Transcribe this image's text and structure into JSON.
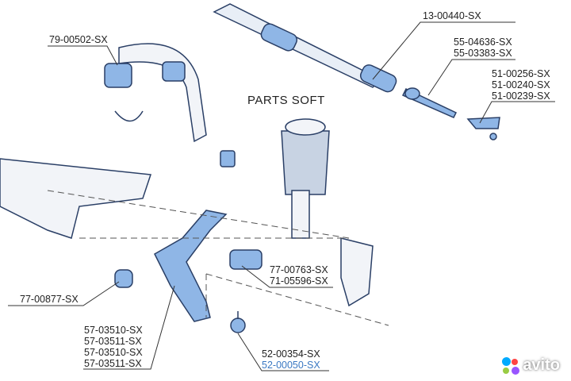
{
  "watermark": "PARTS SOFT",
  "brand_logo": "avito",
  "colors": {
    "part_fill": "#8fb6e6",
    "part_stroke": "#2a3f66",
    "highlight_label": "#3a78c2"
  },
  "labels": {
    "stabilizer_bushing": [
      "79-00502-SX"
    ],
    "steering_rack": [
      "13-00440-SX"
    ],
    "tie_rod": [
      "55-04636-SX",
      "55-03383-SX"
    ],
    "tie_rod_end": [
      "51-00256-SX",
      "51-00240-SX",
      "51-00239-SX"
    ],
    "arm_bushing_rear": [
      "77-00763-SX",
      "71-05596-SX"
    ],
    "arm_bushing_front": [
      "77-00877-SX"
    ],
    "control_arm": [
      "57-03510-SX",
      "57-03511-SX",
      "57-03510-SX",
      "57-03511-SX"
    ],
    "ball_joint": [
      "52-00354-SX",
      "52-00050-SX"
    ]
  }
}
